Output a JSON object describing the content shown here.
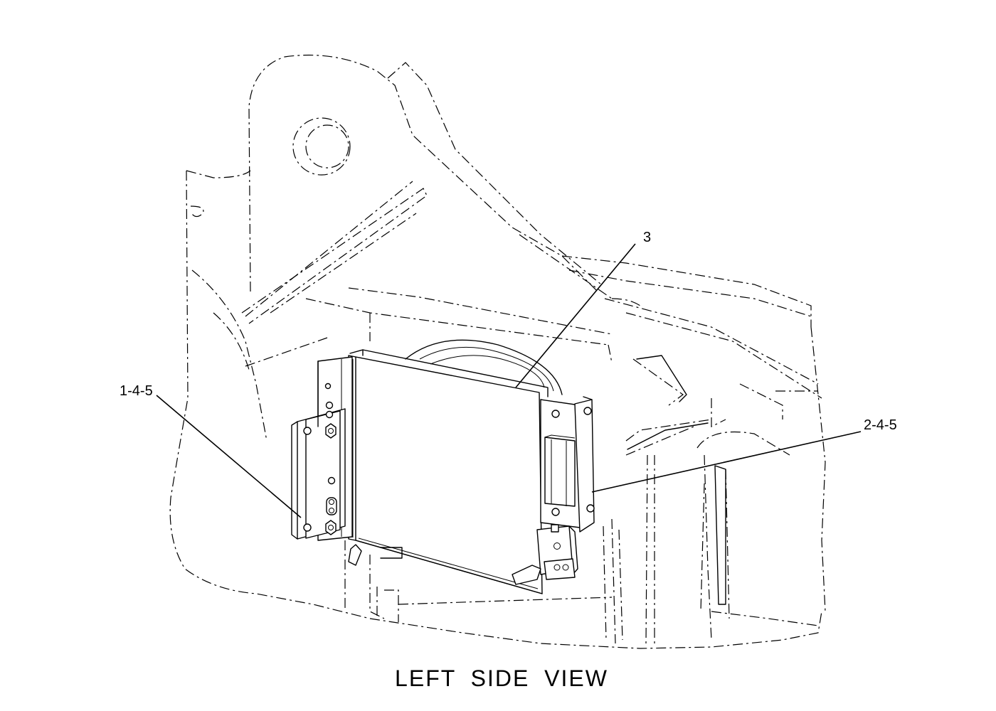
{
  "drawing": {
    "view_title": "LEFT  SIDE  VIEW",
    "callouts": [
      {
        "id": "callout-3",
        "label": "3"
      },
      {
        "id": "callout-1-4-5",
        "label": "1-4-5"
      },
      {
        "id": "callout-2-4-5",
        "label": "2-4-5"
      }
    ]
  }
}
